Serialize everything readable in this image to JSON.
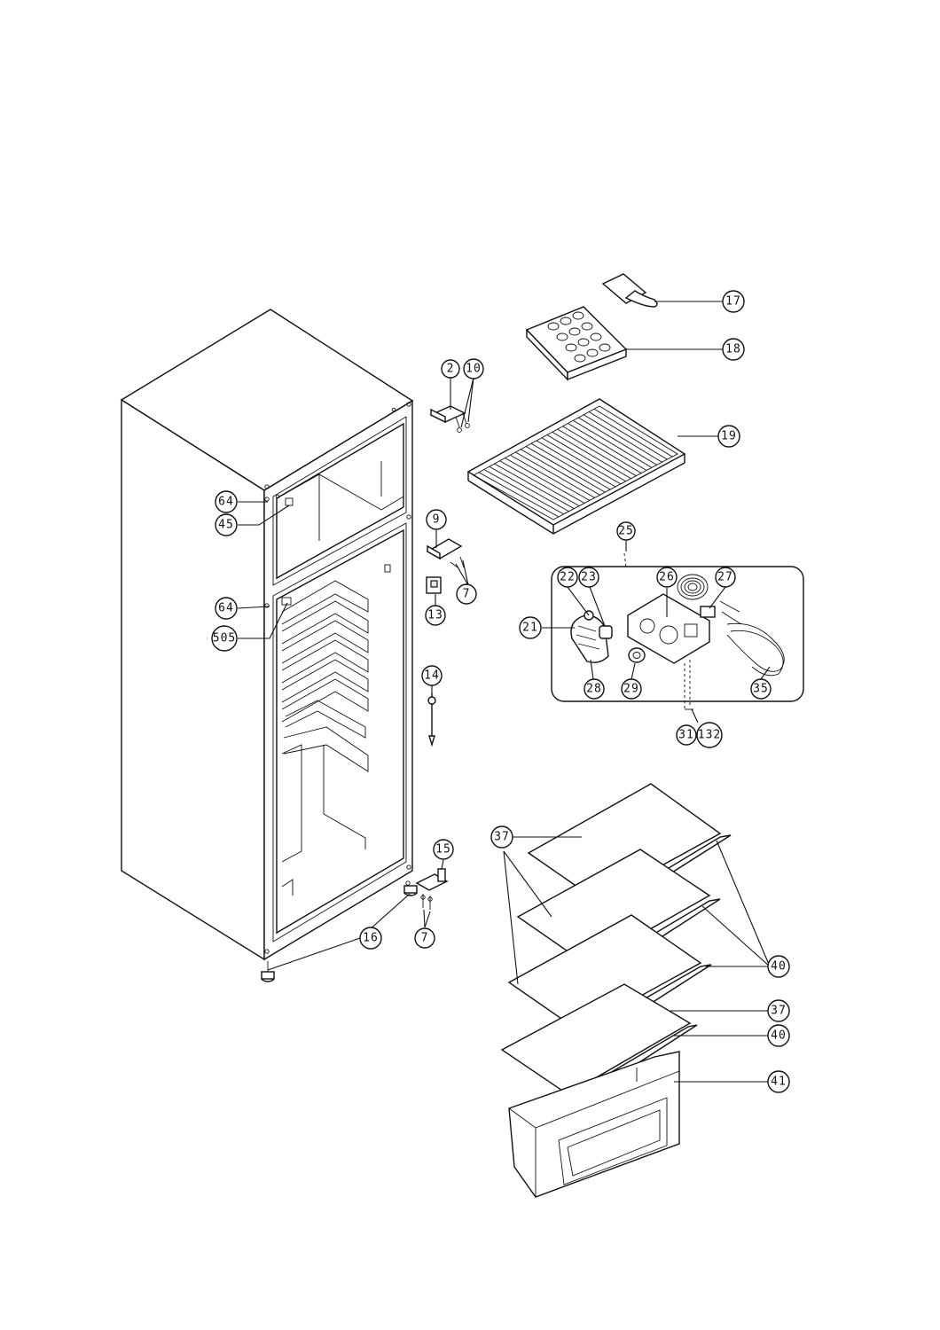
{
  "callouts": {
    "c17": "17",
    "c18": "18",
    "c2": "2",
    "c10": "10",
    "c19": "19",
    "c64a": "64",
    "c45": "45",
    "c9": "9",
    "c7a": "7",
    "c13": "13",
    "c64b": "64",
    "c505": "505",
    "c14": "14",
    "c25": "25",
    "c21": "21",
    "c22": "22",
    "c23": "23",
    "c26": "26",
    "c27": "27",
    "c28": "28",
    "c29": "29",
    "c35": "35",
    "c31": "31",
    "c132": "132",
    "c15": "15",
    "c16": "16",
    "c7b": "7",
    "c37a": "37",
    "c40a": "40",
    "c37b": "37",
    "c40b": "40",
    "c41": "41"
  }
}
